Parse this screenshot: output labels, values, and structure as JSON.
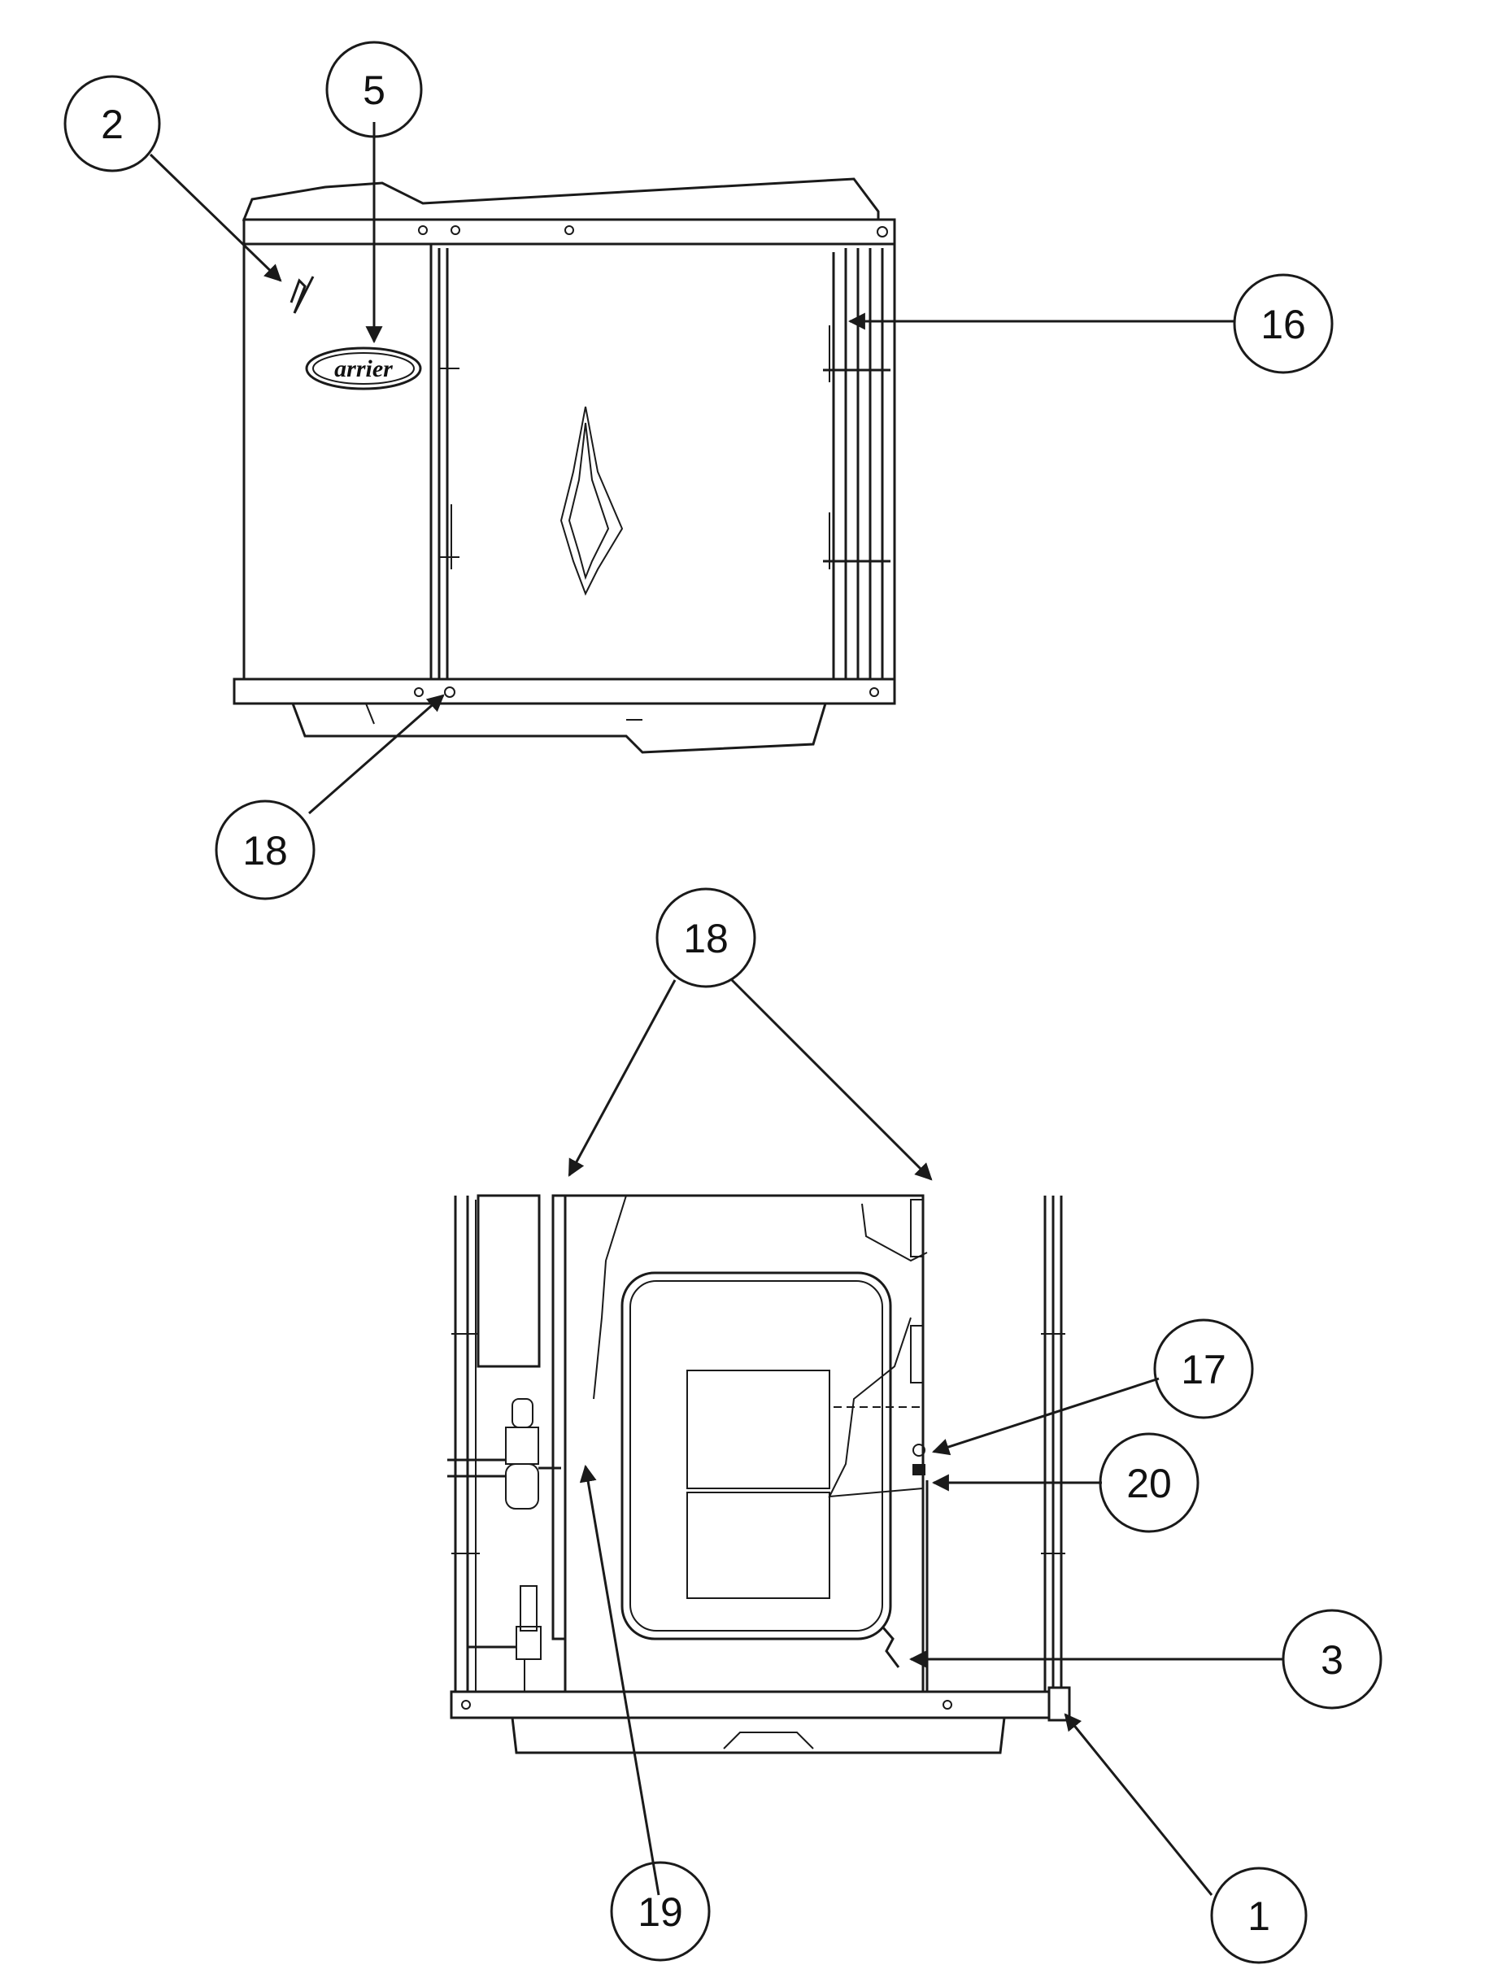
{
  "logo": {
    "text": "arrier"
  },
  "callouts": [
    {
      "id": "c2",
      "label": "2"
    },
    {
      "id": "c5",
      "label": "5"
    },
    {
      "id": "c16",
      "label": "16"
    },
    {
      "id": "c18a",
      "label": "18"
    },
    {
      "id": "c18b",
      "label": "18"
    },
    {
      "id": "c17",
      "label": "17"
    },
    {
      "id": "c20",
      "label": "20"
    },
    {
      "id": "c3",
      "label": "3"
    },
    {
      "id": "c1",
      "label": "1"
    },
    {
      "id": "c19",
      "label": "19"
    }
  ]
}
